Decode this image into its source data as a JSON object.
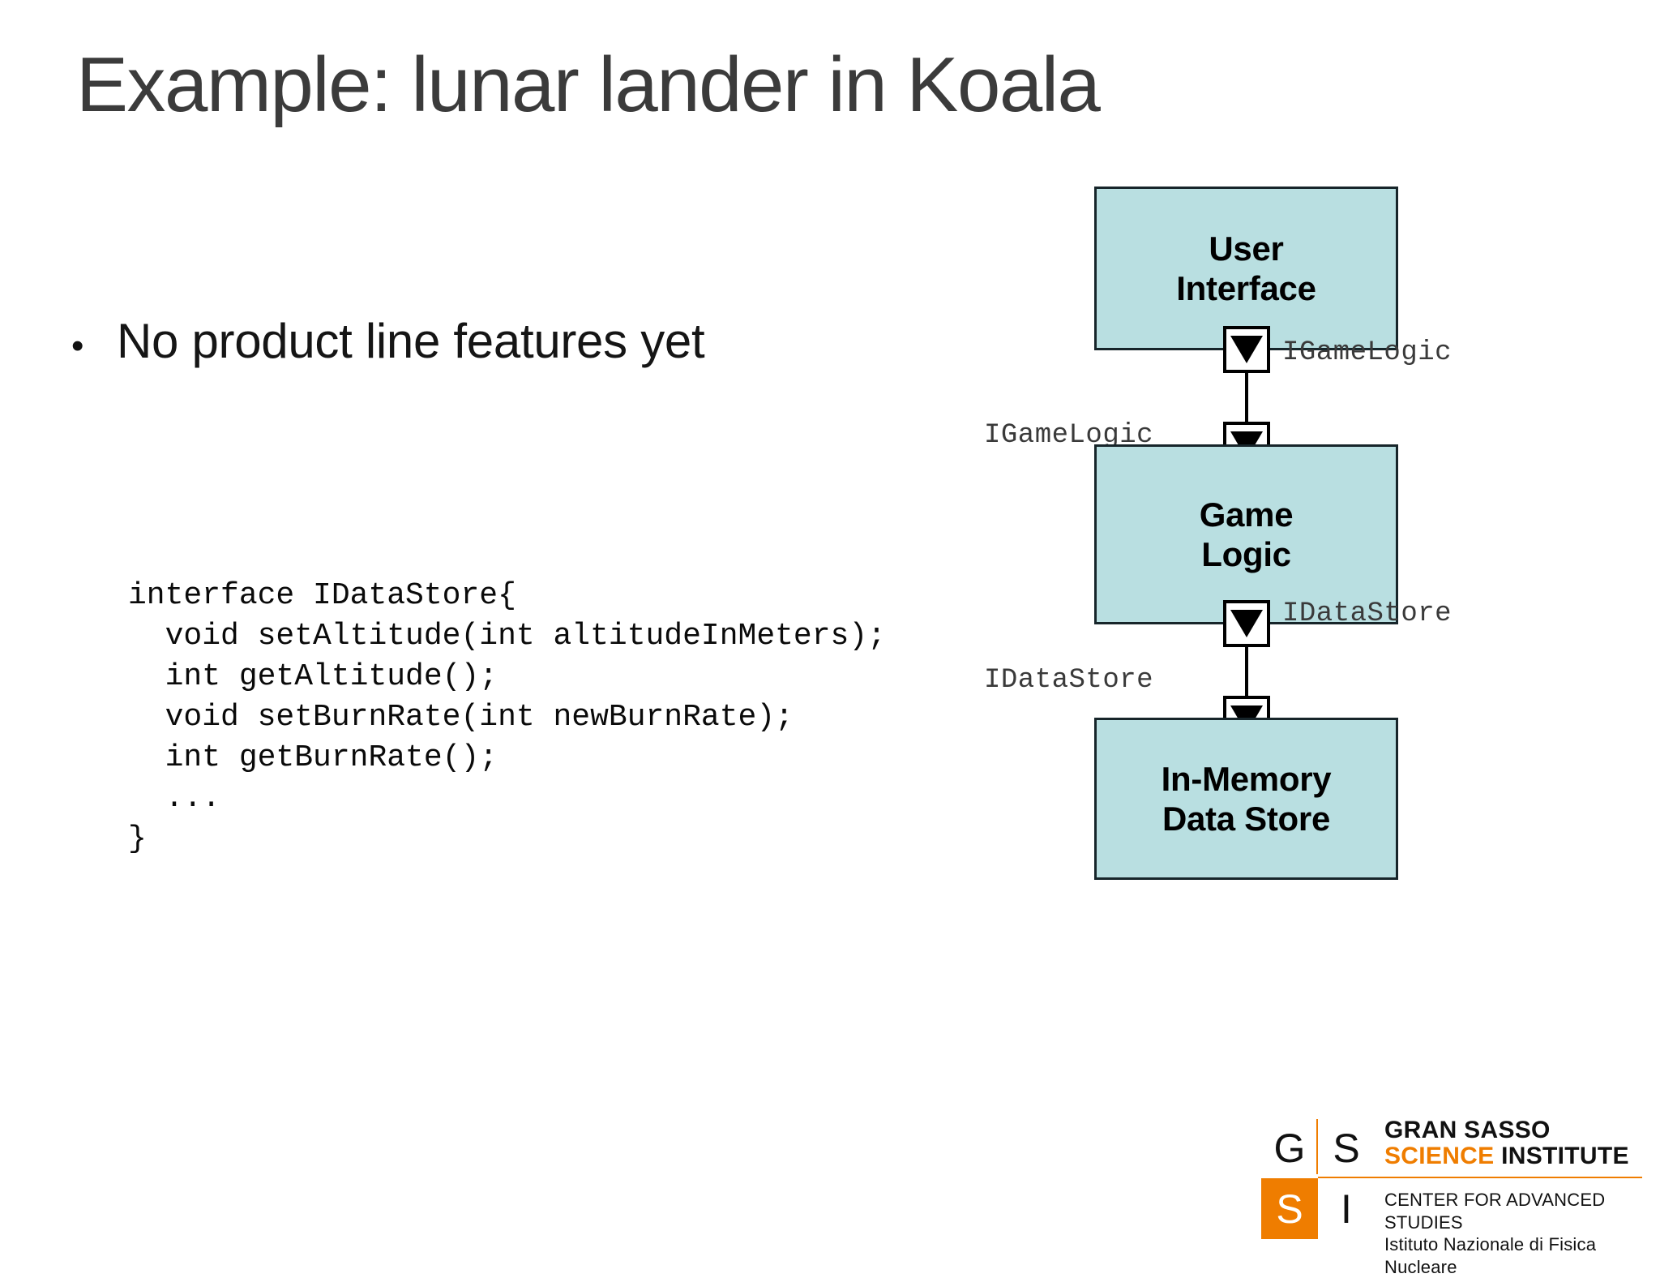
{
  "slide": {
    "title": "Example: lunar lander in Koala",
    "bullets": [
      {
        "marker": "•",
        "text": "No product line features yet"
      }
    ],
    "code": "interface IDataStore{\n  void setAltitude(int altitudeInMeters);\n  int getAltitude();\n  void setBurnRate(int newBurnRate);\n  int getBurnRate();\n  ...\n}"
  },
  "diagram": {
    "type": "component-architecture",
    "box_fill_color": "#b9dfe1",
    "box_border_color": "#17252a",
    "components": [
      {
        "id": "user-interface",
        "label": "User\nInterface"
      },
      {
        "id": "game-logic",
        "label": "Game\nLogic"
      },
      {
        "id": "in-memory-data-store",
        "label": "In-Memory\nData Store"
      }
    ],
    "interfaces": [
      {
        "id": "ui-requires-igamelogic",
        "label": "IGameLogic",
        "side": "right"
      },
      {
        "id": "gl-provides-igamelogic",
        "label": "IGameLogic",
        "side": "left"
      },
      {
        "id": "gl-requires-idatastore",
        "label": "IDataStore",
        "side": "right"
      },
      {
        "id": "ds-provides-idatastore",
        "label": "IDataStore",
        "side": "left"
      }
    ]
  },
  "logo": {
    "cells": {
      "g": "G",
      "s_top": "S",
      "s_bottom": "S",
      "i": "I"
    },
    "line1": "GRAN SASSO",
    "line2_highlight": "SCIENCE",
    "line2_rest": " INSTITUTE",
    "line3": "CENTER FOR ADVANCED STUDIES",
    "line4": "Istituto Nazionale di Fisica Nucleare",
    "accent_color": "#ef7d00"
  }
}
